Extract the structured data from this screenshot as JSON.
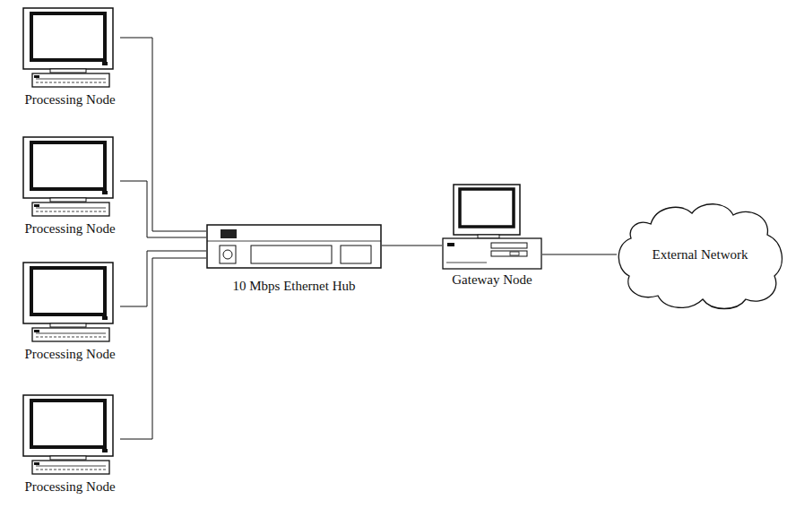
{
  "diagram": {
    "nodes": [
      {
        "text": [
          "Processing Node"
        ]
      },
      {
        "text": [
          "Processing Node"
        ]
      },
      {
        "text": [
          "Processing Node"
        ]
      },
      {
        "text": [
          "Processing Node"
        ]
      },
      {
        "text": [
          "10 Mbps Ethernet Hub"
        ]
      },
      {
        "text": [
          "Gateway Node"
        ]
      },
      {
        "text": [
          "External Network"
        ]
      }
    ],
    "edges": [
      {
        "from": 0,
        "to": 4,
        "arrow": "none"
      },
      {
        "from": 1,
        "to": 4,
        "arrow": "none"
      },
      {
        "from": 2,
        "to": 4,
        "arrow": "none"
      },
      {
        "from": 3,
        "to": 4,
        "arrow": "none"
      },
      {
        "from": 4,
        "to": 5,
        "arrow": "none"
      },
      {
        "from": 5,
        "to": 6,
        "arrow": "none"
      }
    ]
  }
}
